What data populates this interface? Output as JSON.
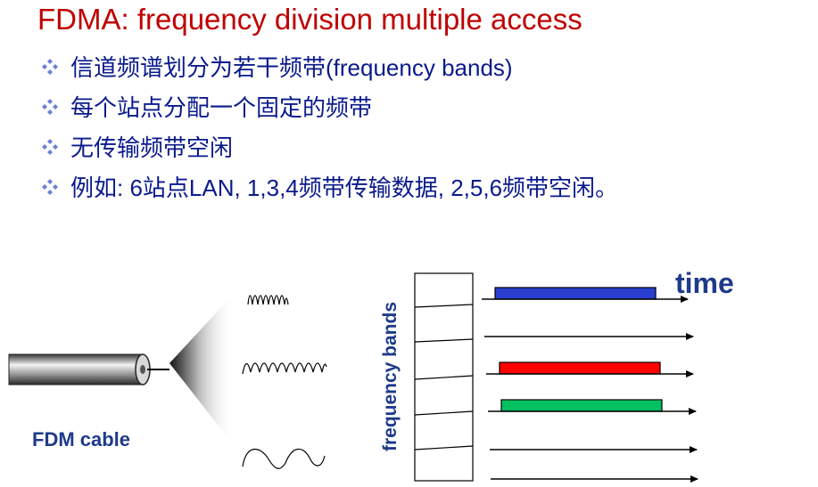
{
  "title": "FDMA: frequency division multiple access",
  "bullets": [
    {
      "text": "信道频谱划分为若干频带(frequency bands)"
    },
    {
      "text": "每个站点分配一个固定的频带"
    },
    {
      "text": "无传输频带空闲"
    },
    {
      "text": "例如: 6站点LAN, 1,3,4频带传输数据, 2,5,6频带空闲。"
    }
  ],
  "diagram": {
    "cable_label": "FDM cable",
    "axis_label": "frequency bands",
    "time_label": "time",
    "band_colors": {
      "band1": "#2a3fcf",
      "band3": "#ff0000",
      "band4": "#00c060"
    },
    "bullet_icon": "diamond-cluster-icon"
  }
}
